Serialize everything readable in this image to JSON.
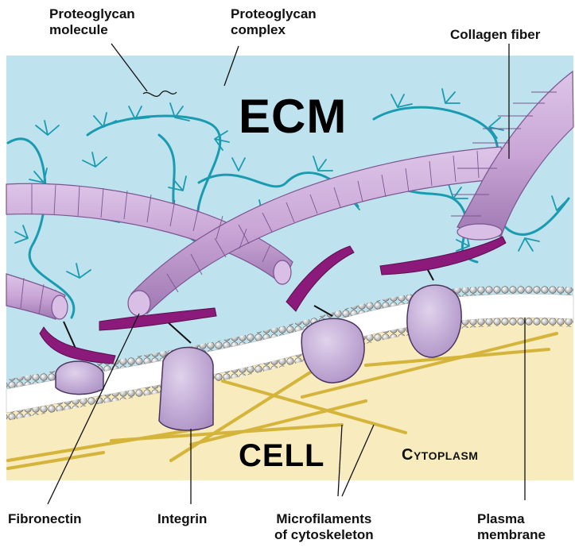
{
  "labels": {
    "proteoglycan_molecule": "Proteoglycan\nmolecule",
    "proteoglycan_complex": "Proteoglycan\ncomplex",
    "collagen_fiber": "Collagen fiber",
    "ecm": "ECM",
    "cell": "CELL",
    "cytoplasm": "Cytoplasm",
    "fibronectin": "Fibronectin",
    "integrin": "Integrin",
    "microfilaments": "Microfilaments\nof cytoskeleton",
    "plasma_membrane": "Plasma\nmembrane"
  },
  "colors": {
    "ecm_background": "#bfe3ee",
    "cytoplasm": "#f8ebbd",
    "proteoglycan": "#1a9bb0",
    "collagen": "#c9a6d6",
    "fibronectin": "#8b1a7a",
    "integrin": "#c8b4dc",
    "microfilament": "#d4b43a",
    "phospholipid_head": "#f4f4f4"
  }
}
